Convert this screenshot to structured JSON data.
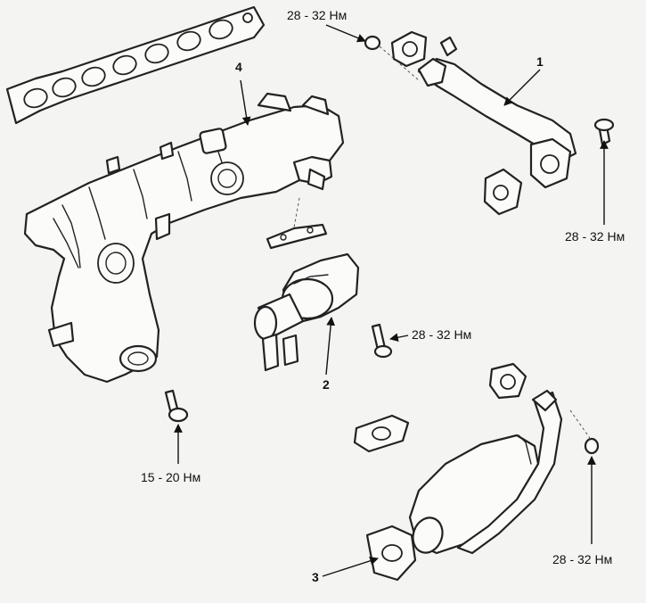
{
  "callouts": {
    "part1": "1",
    "part2": "2",
    "part3": "3",
    "part4": "4"
  },
  "torques": {
    "top_bolt": "28 - 32 Нм",
    "right_bolt": "28 - 32 Нм",
    "valve_bolt": "28 - 32 Нм",
    "bottom_left_bolt": "15 - 20 Нм",
    "bottom_right_nut": "28 - 32 Нм"
  }
}
